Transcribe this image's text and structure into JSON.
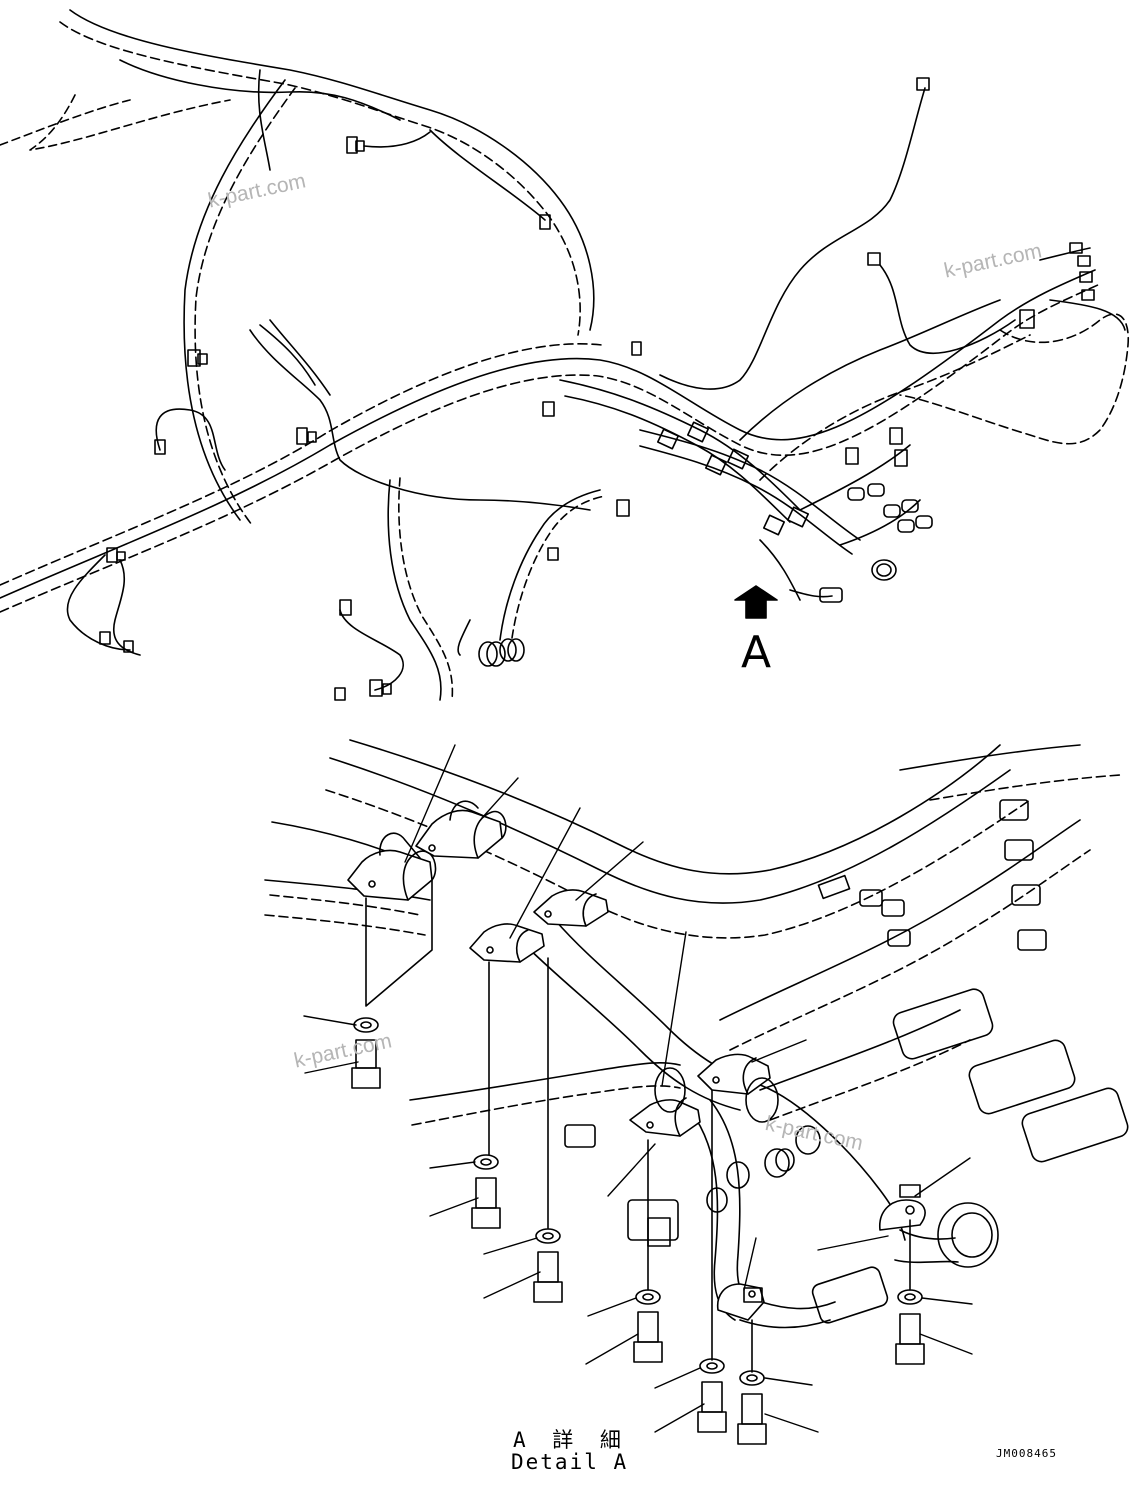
{
  "watermarks": [
    "k-part.com",
    "k-part.com",
    "k-part.com",
    "k-part.com"
  ],
  "view_marker": {
    "letter": "A"
  },
  "detail_caption": {
    "japanese": "A 詳 細",
    "english": "Detail A"
  },
  "drawing_number": "JM008465"
}
